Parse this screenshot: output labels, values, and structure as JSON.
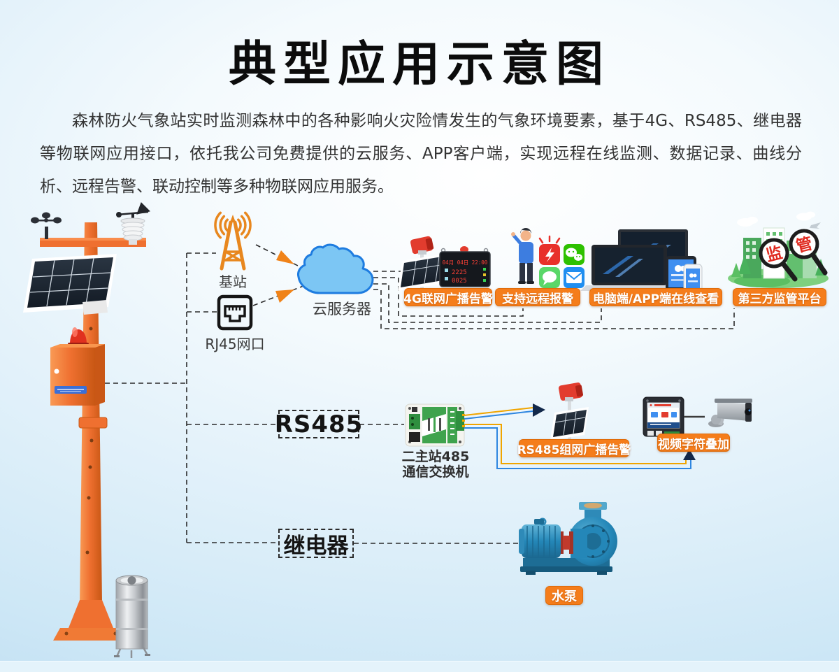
{
  "page": {
    "title": "典型应用示意图",
    "intro": "森林防火气象站实时监测森林中的各种影响火灾险情发生的气象环境要素，基于4G、RS485、继电器等物联网应用接口，依托我公司免费提供的云服务、APP客户端，实现远程在线监测、数据记录、曲线分析、远程告警、联动控制等多种物联网应用服务。"
  },
  "interfaces": {
    "base_station": {
      "label": "基站"
    },
    "rj45_port": {
      "label": "RJ45网口"
    },
    "cloud_server": {
      "label": "云服务器"
    },
    "rs485_bus": {
      "label": "RS485"
    },
    "relay": {
      "label": "继电器"
    }
  },
  "cloud_endpoints": {
    "broadcast_4g": {
      "label": "4G联网广播告警",
      "led_display": {
        "row_date": "04月 04日 22:00",
        "row_temp": "2225",
        "row_humidity": "0025"
      }
    },
    "remote_alarm": {
      "label": "支持远程报警"
    },
    "pc_app": {
      "label": "电脑端/APP端在线查看"
    },
    "third_party": {
      "label": "第三方监管平台",
      "magnifier_left": "监",
      "magnifier_right": "管"
    }
  },
  "rs485_branch": {
    "switch_device": {
      "label_line1": "二主站485",
      "label_line2": "通信交换机"
    },
    "broadcast_rs485": {
      "label": "RS485组网广播告警"
    },
    "video_overlay": {
      "label": "视频字符叠加"
    }
  },
  "relay_branch": {
    "water_pump": {
      "label": "水泵"
    }
  },
  "colors": {
    "badge_orange": "#f57d1b",
    "station_orange": "#ef7030",
    "cloud_fill": "#7cc6f4",
    "cloud_stroke": "#1e7ce0",
    "wire_orange": "#f0a500",
    "wire_blue": "#2e86e0",
    "dashed_line": "#2a2a2a",
    "led_red": "#ff4136"
  }
}
